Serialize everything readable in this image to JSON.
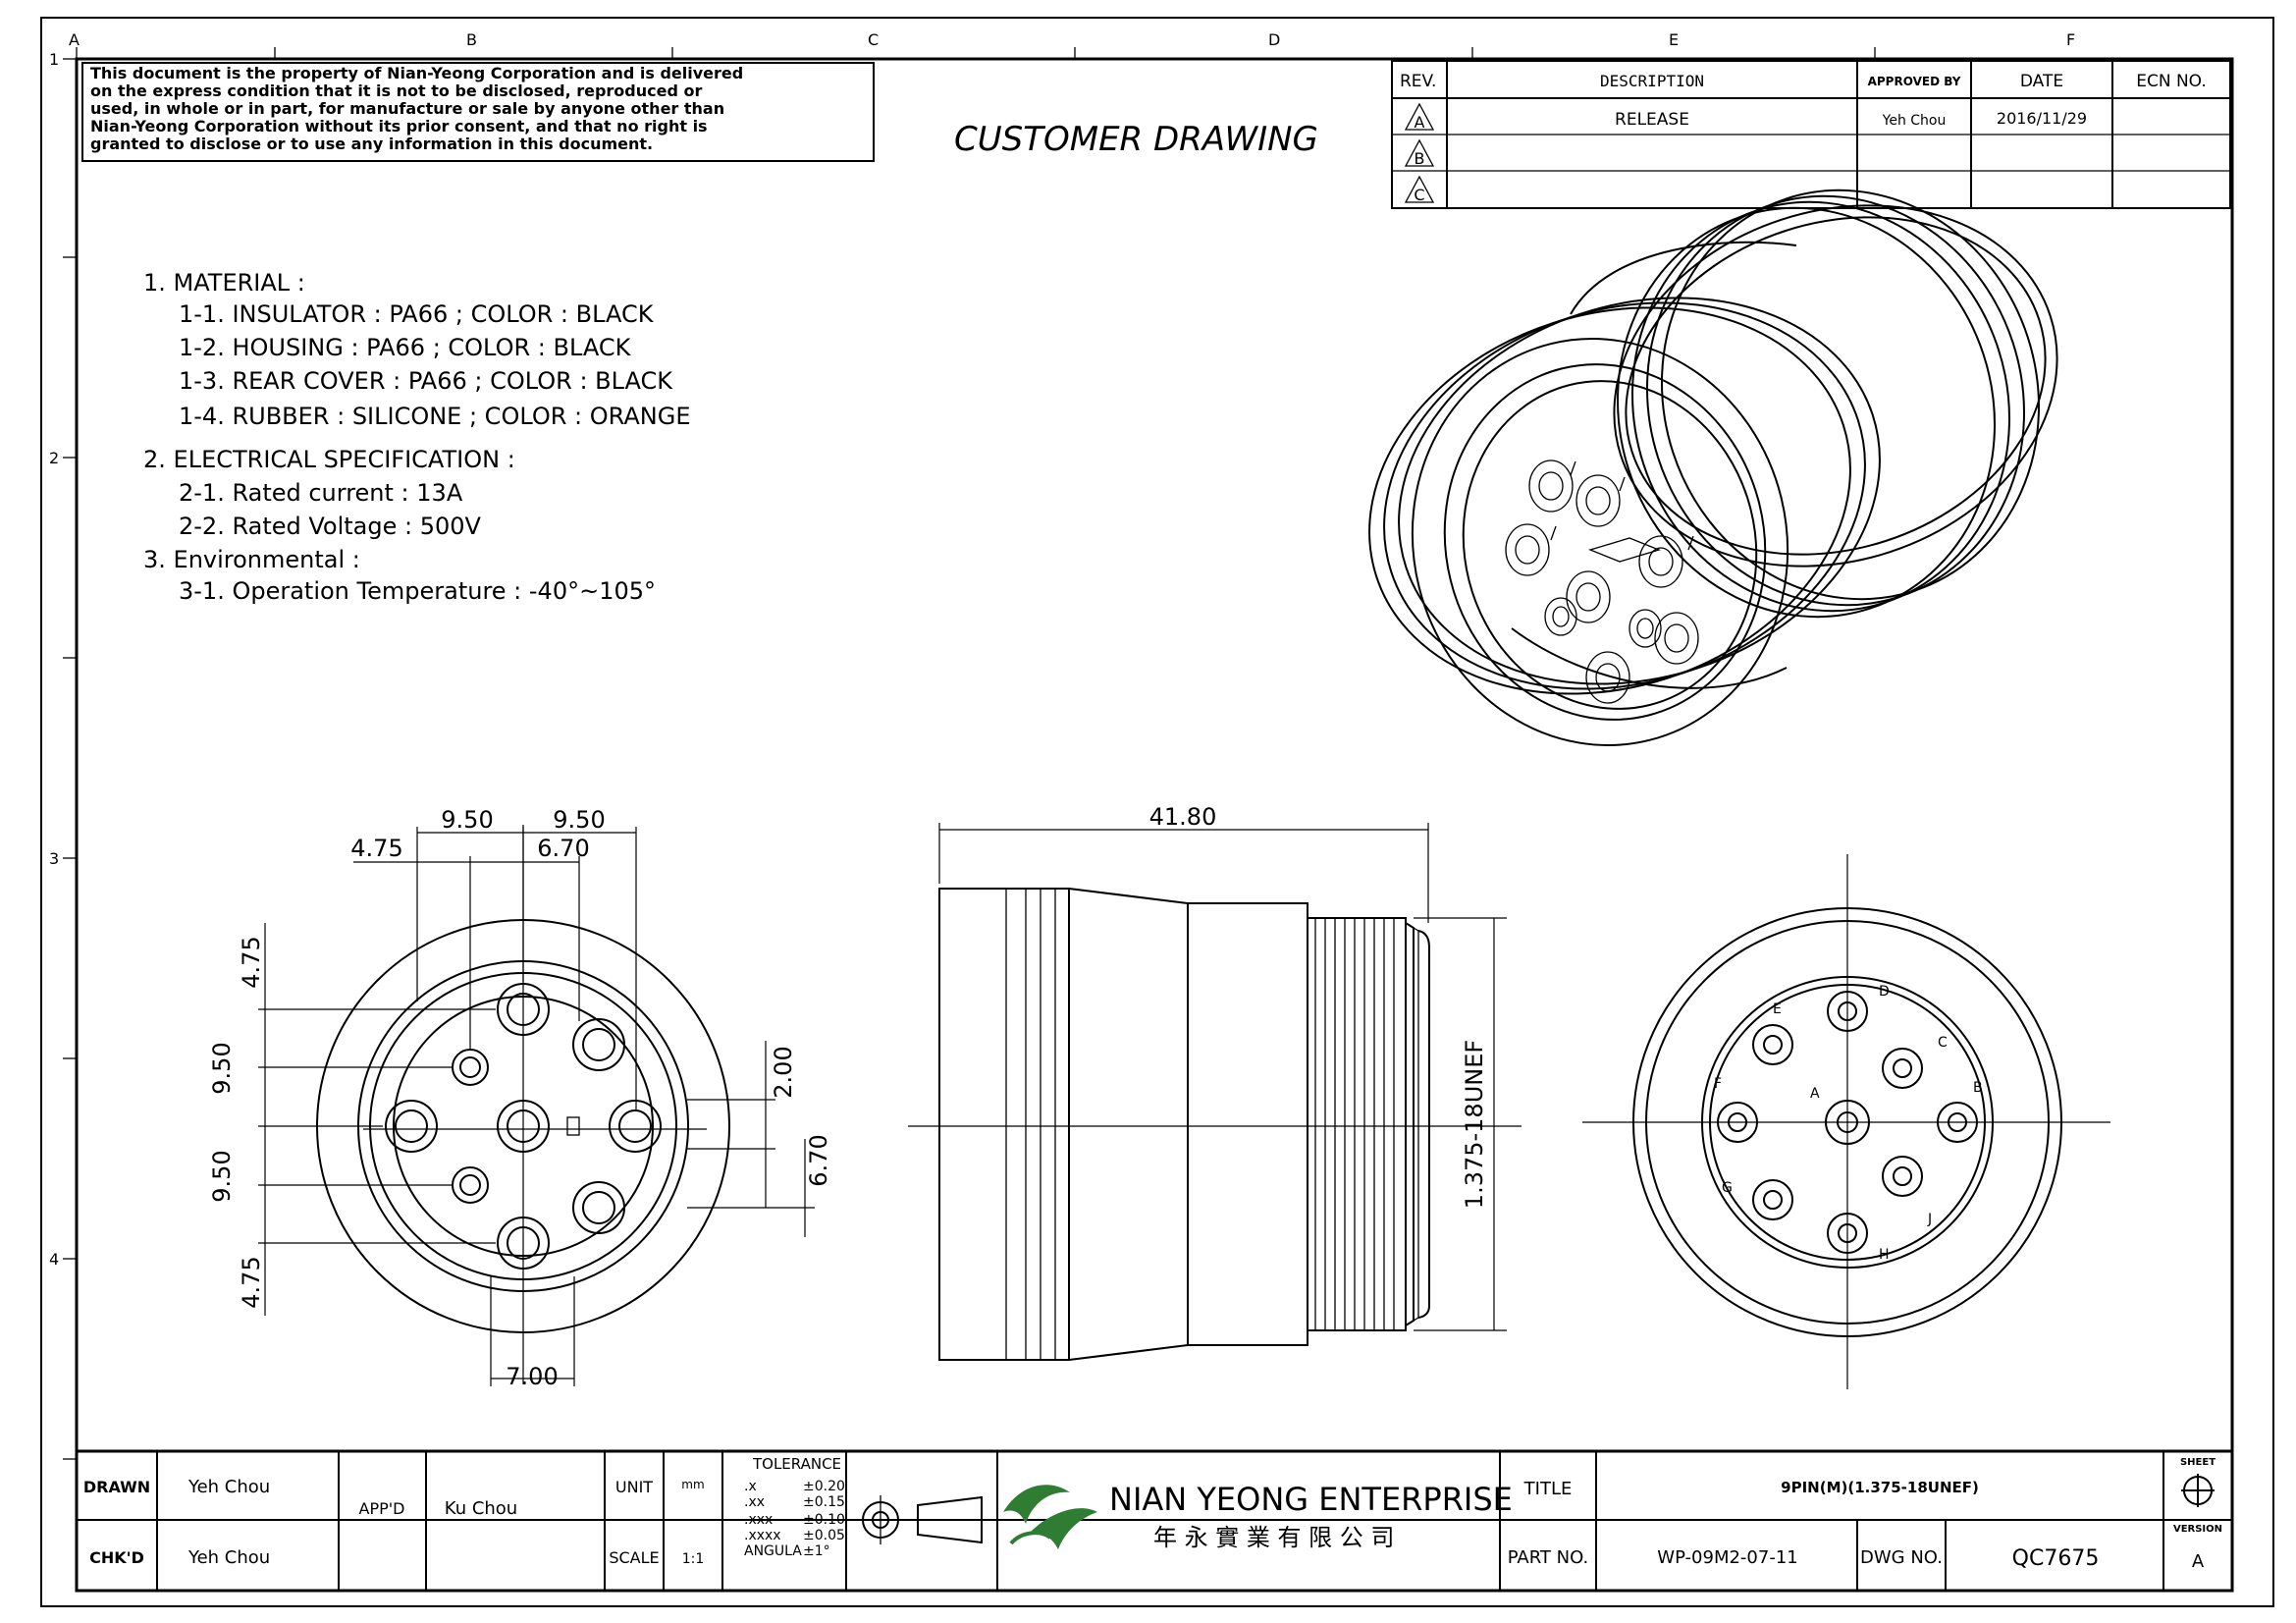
{
  "border": {
    "columns": [
      "A",
      "B",
      "C",
      "D",
      "E",
      "F"
    ],
    "rows": [
      "1",
      "2",
      "3",
      "4"
    ]
  },
  "notice": [
    "This document is the property of Nian-Yeong Corporation and is delivered",
    "on  the  express condition that it is not to be disclosed, reproduced or",
    "used, in whole or in part, for manufacture or sale by anyone other than",
    "Nian-Yeong Corporation without  its prior consent, and that  no right  is",
    "granted to disclose or to use any information in this  document."
  ],
  "drawing_title": "CUSTOMER  DRAWING",
  "revision_table": {
    "headers": [
      "REV.",
      "DESCRIPTION",
      "APPROVED BY",
      "DATE",
      "ECN NO."
    ],
    "rows": [
      {
        "rev": "A",
        "description": "RELEASE",
        "approved_by": "Yeh Chou",
        "date": "2016/11/29",
        "ecn": ""
      },
      {
        "rev": "B",
        "description": "",
        "approved_by": "",
        "date": "",
        "ecn": ""
      },
      {
        "rev": "C",
        "description": "",
        "approved_by": "",
        "date": "",
        "ecn": ""
      }
    ]
  },
  "notes": [
    "1. MATERIAL :",
    "1-1. INSULATOR : PA66 ; COLOR : BLACK",
    "1-2. HOUSING : PA66 ; COLOR : BLACK",
    "1-3. REAR COVER : PA66 ; COLOR : BLACK",
    "1-4. RUBBER : SILICONE ; COLOR : ORANGE",
    "2. ELECTRICAL SPECIFICATION :",
    "2-1. Rated current : 13A",
    "2-2. Rated Voltage : 500V",
    "3. Environmental :",
    "3-1. Operation Temperature : -40°~105°"
  ],
  "front_view_dims": {
    "top_left": "9.50",
    "top_right": "9.50",
    "mid_left": "4.75",
    "mid_right": "6.70",
    "left_1": "4.75",
    "left_2": "9.50",
    "left_3": "9.50",
    "left_4": "4.75",
    "right_1": "2.00",
    "right_2": "6.70",
    "bottom": "7.00"
  },
  "side_view_dims": {
    "length": "41.80",
    "thread": "1.375-18UNEF"
  },
  "pin_labels": [
    "A",
    "B",
    "C",
    "D",
    "E",
    "F",
    "G",
    "H",
    "J"
  ],
  "title_block": {
    "drawn_label": "DRAWN",
    "drawn_value": "Yeh Chou",
    "chkd_label": "CHK'D",
    "chkd_value": "Yeh Chou",
    "appd_label": "APP'D",
    "appd_value": "Ku Chou",
    "unit_label": "UNIT",
    "unit_value": "mm",
    "scale_label": "SCALE",
    "scale_value": "1:1",
    "tolerance_title": "TOLERANCE",
    "tolerances": [
      {
        "k": ".x",
        "v": "±0.20"
      },
      {
        "k": ".xx",
        "v": "±0.15"
      },
      {
        "k": ".xxx",
        "v": "±0.10"
      },
      {
        "k": ".xxxx",
        "v": "±0.05"
      },
      {
        "k": "ANGULA",
        "v": "±1°"
      }
    ],
    "company_name": "NIAN YEONG ENTERPRISE",
    "company_name_cn": "年 永 實 業 有 限 公 司",
    "title_label": "TITLE",
    "title_value": "9PIN(M)(1.375-18UNEF)",
    "part_no_label": "PART NO.",
    "part_no_value": "WP-09M2-07-11",
    "dwg_no_label": "DWG NO.",
    "dwg_no_value": "QC7675",
    "sheet_label": "SHEET",
    "version_label": "VERSION",
    "version_value": "A"
  },
  "colors": {
    "line": "#000000",
    "logo_green": "#2e7d32"
  }
}
